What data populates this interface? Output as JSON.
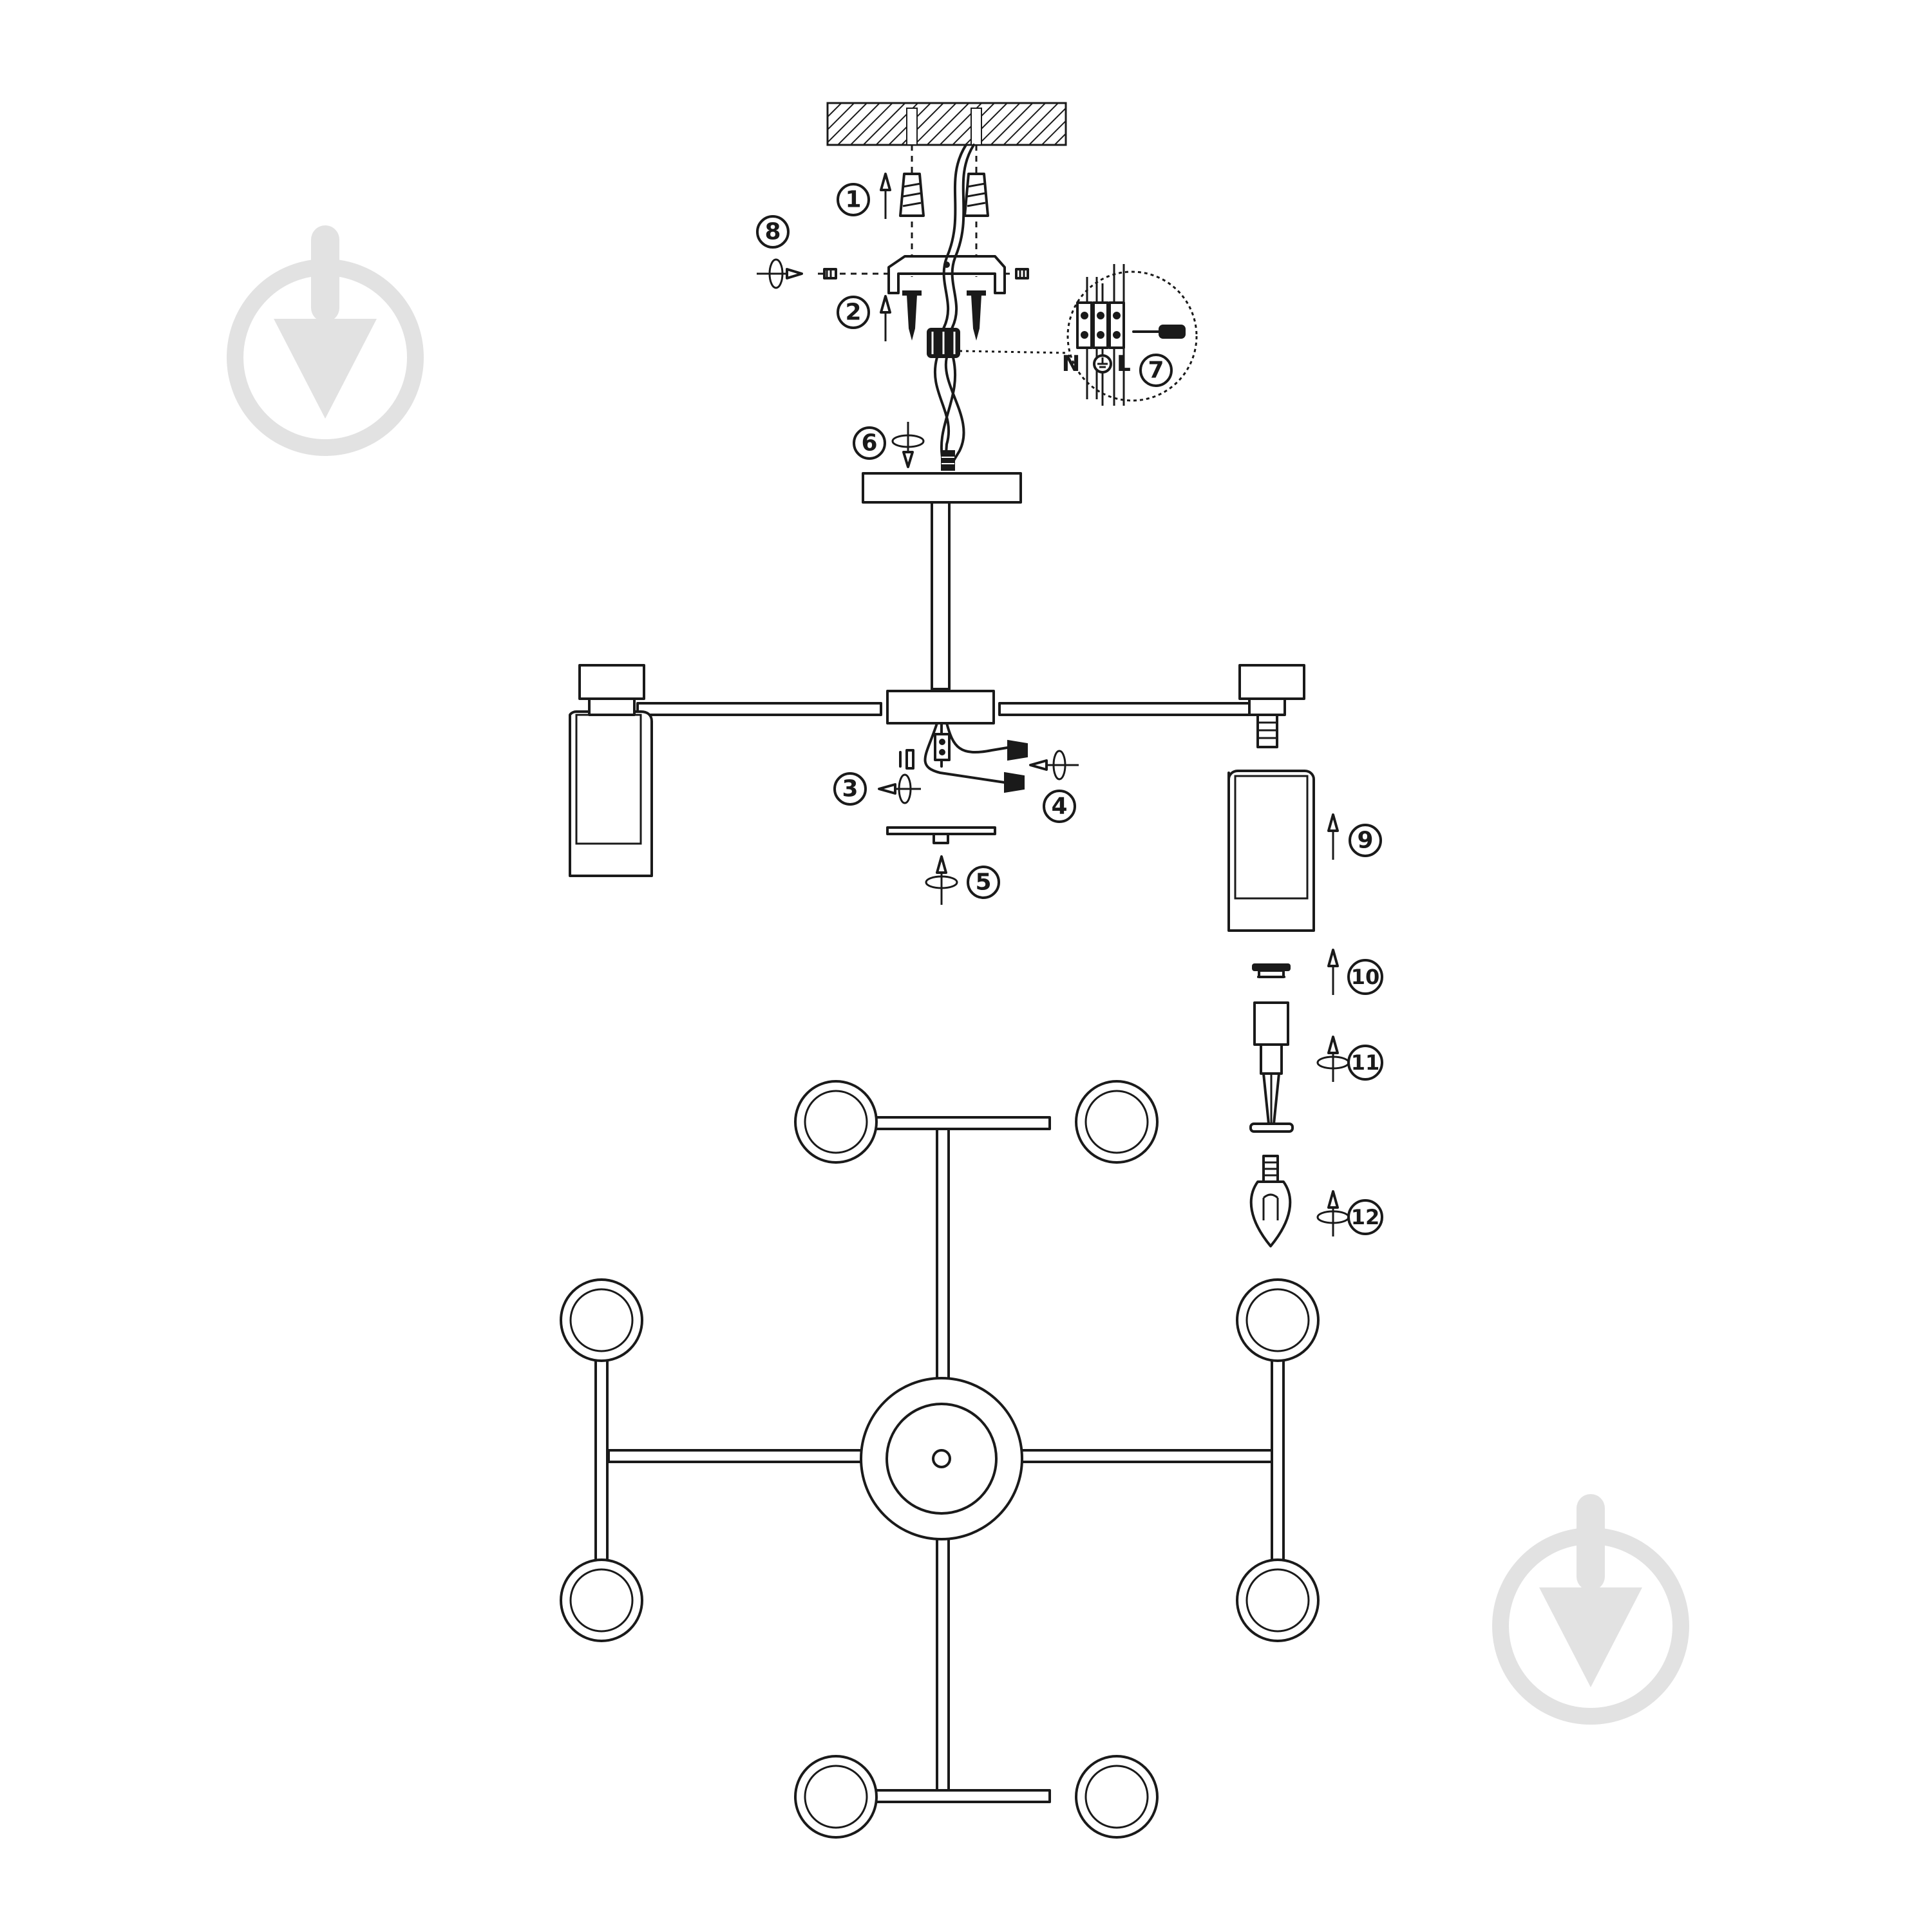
{
  "diagram": {
    "steps": [
      "1",
      "2",
      "3",
      "4",
      "5",
      "6",
      "7",
      "8",
      "9",
      "10",
      "11",
      "12"
    ],
    "terminals": {
      "neutral": "N",
      "live": "L"
    }
  },
  "watermark": {
    "icon": "download-arrow-icon",
    "color": "#e2e2e2"
  }
}
